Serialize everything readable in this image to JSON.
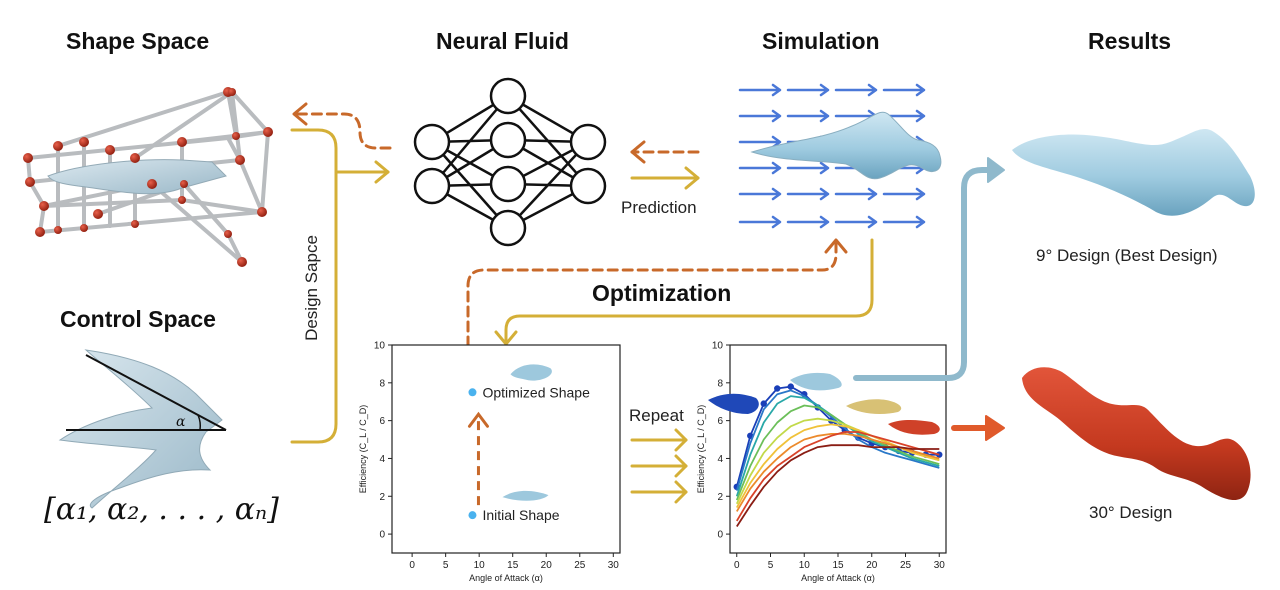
{
  "headers": {
    "shape_space": "Shape Space",
    "neural_fluid": "Neural Fluid",
    "simulation": "Simulation",
    "results": "Results",
    "control_space": "Control Space"
  },
  "labels": {
    "design_space": "Design Sapce",
    "prediction": "Prediction",
    "optimization": "Optimization",
    "repeat": "Repeat",
    "alpha": "α",
    "formula": "[α₁, α₂, . . . , αₙ]",
    "best_design": "9° Design (Best Design)",
    "design_30": "30° Design"
  },
  "colors": {
    "gold_arrow": "#d4af37",
    "orange_dashed": "#c8692a",
    "flow_arrow": "#4a78d8",
    "blue_arrow": "#8fb9cc",
    "red_arrow": "#e05a2b",
    "shape_blue": "#a7cfe0",
    "shape_red": "#c83a22",
    "node_red": "#b82a16",
    "point_blue": "#4ab2ee"
  },
  "chart_data": [
    {
      "type": "scatter",
      "xlabel": "Angle of Attack (α)",
      "ylabel": "Efficiency (C_L / C_D)",
      "xlim": [
        -3,
        31
      ],
      "ylim": [
        -1,
        10
      ],
      "xticks": [
        "0",
        "5",
        "10",
        "15",
        "20",
        "25",
        "30"
      ],
      "yticks": [
        "0",
        "2",
        "4",
        "6",
        "8",
        "10"
      ],
      "points": [
        {
          "label": "Optimized Shape",
          "x": 9,
          "y": 7.5
        },
        {
          "label": "Initial Shape",
          "x": 9,
          "y": 1
        }
      ]
    },
    {
      "type": "line",
      "xlabel": "Angle of Attack (α)",
      "ylabel": "Efficiency (C_L / C_D)",
      "xlim": [
        -1,
        31
      ],
      "ylim": [
        -1,
        10
      ],
      "xticks": [
        "0",
        "5",
        "10",
        "15",
        "20",
        "25",
        "30"
      ],
      "yticks": [
        "0",
        "2",
        "4",
        "6",
        "8",
        "10"
      ],
      "x": [
        0,
        2,
        4,
        6,
        8,
        10,
        12,
        14,
        16,
        18,
        20,
        22,
        24,
        26,
        28,
        30
      ],
      "series": [
        {
          "color": "#1a3fb8",
          "values": [
            2.5,
            5.2,
            6.9,
            7.7,
            7.8,
            7.4,
            6.7,
            6.0,
            5.5,
            5.1,
            4.8,
            4.6,
            4.4,
            4.3,
            4.2,
            4.2
          ],
          "markers": true
        },
        {
          "color": "#2a78c8",
          "values": [
            2.3,
            4.8,
            6.6,
            7.4,
            7.6,
            7.3,
            6.8,
            6.2,
            5.6,
            5.0,
            4.6,
            4.3,
            4.1,
            3.9,
            3.7,
            3.5
          ]
        },
        {
          "color": "#29a8a8",
          "values": [
            2.0,
            4.2,
            5.9,
            6.9,
            7.3,
            7.2,
            6.8,
            6.3,
            5.8,
            5.3,
            4.9,
            4.6,
            4.3,
            4.0,
            3.8,
            3.6
          ]
        },
        {
          "color": "#6bbf59",
          "values": [
            1.8,
            3.6,
            5.0,
            5.9,
            6.5,
            6.8,
            6.7,
            6.3,
            5.8,
            5.4,
            5.0,
            4.7,
            4.4,
            4.1,
            3.9,
            3.7
          ]
        },
        {
          "color": "#c2d94a",
          "values": [
            1.6,
            3.1,
            4.3,
            5.1,
            5.7,
            6.0,
            6.1,
            6.0,
            5.8,
            5.5,
            5.2,
            4.9,
            4.6,
            4.3,
            4.1,
            3.9
          ]
        },
        {
          "color": "#f0c23a",
          "values": [
            1.4,
            2.7,
            3.7,
            4.5,
            5.1,
            5.5,
            5.7,
            5.8,
            5.7,
            5.5,
            5.2,
            4.9,
            4.6,
            4.3,
            4.1,
            3.9
          ]
        },
        {
          "color": "#ec8a2c",
          "values": [
            1.2,
            2.4,
            3.3,
            4.0,
            4.6,
            5.0,
            5.2,
            5.3,
            5.3,
            5.2,
            5.0,
            4.8,
            4.6,
            4.4,
            4.2,
            4.0
          ]
        },
        {
          "color": "#d9432a",
          "values": [
            0.7,
            1.9,
            2.9,
            3.6,
            4.1,
            4.6,
            4.9,
            5.2,
            5.4,
            5.4,
            5.2,
            5.0,
            4.8,
            4.6,
            4.4,
            4.2
          ]
        },
        {
          "color": "#8a1d14",
          "values": [
            0.4,
            1.5,
            2.5,
            3.3,
            3.9,
            4.3,
            4.6,
            4.7,
            4.7,
            4.7,
            4.6,
            4.6,
            4.6,
            4.5,
            4.5,
            4.5
          ]
        }
      ]
    }
  ]
}
